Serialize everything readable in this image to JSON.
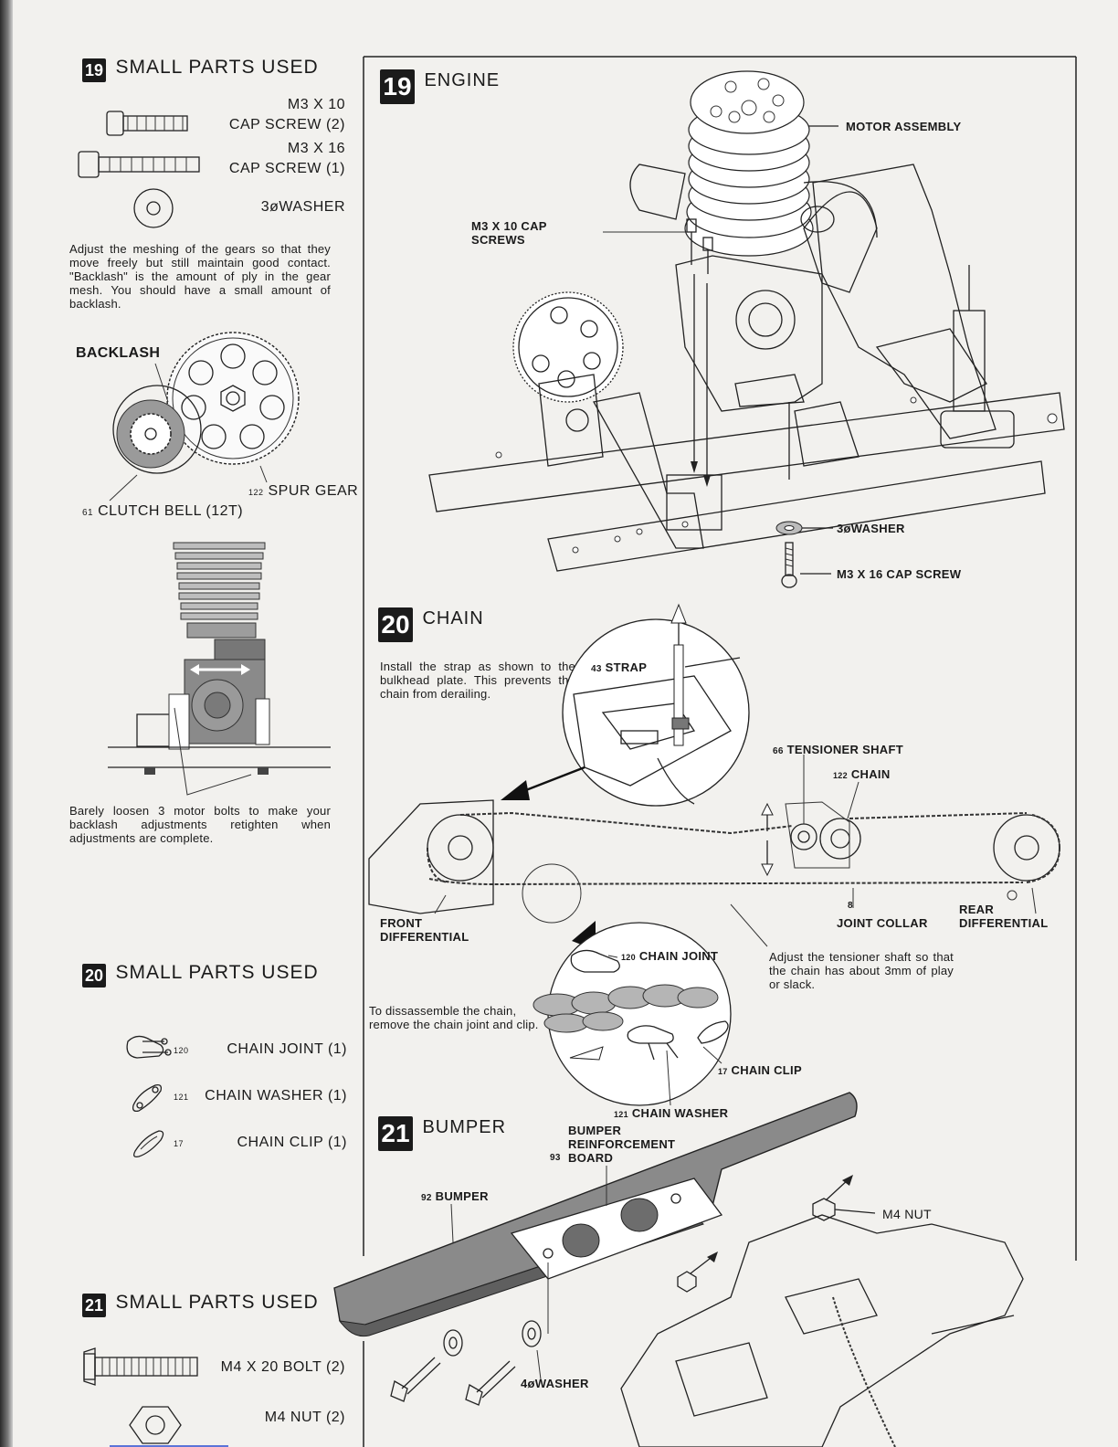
{
  "left_col": {
    "s19_badge": "19",
    "s19_heading": "SMALL PARTS USED",
    "s19_parts": [
      {
        "size": "M3 X 10",
        "desc": "CAP SCREW (2)"
      },
      {
        "size": "M3 X 16",
        "desc": "CAP SCREW (1)"
      },
      {
        "size": "",
        "desc": "3øWASHER"
      }
    ],
    "backlash_text": "Adjust the meshing of the gears so that they move freely but still maintain good contact. \"Backlash\" is the amount of ply in the gear mesh. You should have a small amount of backlash.",
    "backlash_label": "BACKLASH",
    "spur_gear_label": "SPUR GEAR",
    "spur_gear_num": "122",
    "clutch_bell_label": "CLUTCH BELL (12T)",
    "clutch_bell_num": "61",
    "loosen_text": "Barely loosen 3 motor bolts to make your backlash adjustments retighten when adjustments are complete.",
    "s20_badge": "20",
    "s20_heading": "SMALL PARTS USED",
    "s20_parts": [
      {
        "num": "120",
        "label": "CHAIN JOINT (1)"
      },
      {
        "num": "121",
        "label": "CHAIN WASHER (1)"
      },
      {
        "num": "17",
        "label": "CHAIN CLIP (1)"
      }
    ],
    "s21_badge": "21",
    "s21_heading": "SMALL PARTS USED",
    "s21_parts": [
      {
        "label": "M4 X 20 BOLT (2)"
      },
      {
        "label": "M4 NUT (2)"
      }
    ]
  },
  "engine": {
    "badge": "19",
    "title": "ENGINE",
    "motor_assembly": "MOTOR ASSEMBLY",
    "screws_label": "M3 X 10 CAP SCREWS",
    "washer_label": "3øWASHER",
    "cap_screw_label": "M3 X 16 CAP SCREW"
  },
  "chain": {
    "badge": "20",
    "title": "CHAIN",
    "strap_text": "Install the strap as shown to the bulkhead plate. This prevents the chain from derailing.",
    "strap_label": "STRAP",
    "strap_num": "43",
    "tensioner_label": "TENSIONER SHAFT",
    "tensioner_num": "66",
    "chain_label": "CHAIN",
    "chain_num": "122",
    "front_diff": "FRONT DIFFERENTIAL",
    "joint_collar": "JOINT COLLAR",
    "joint_collar_num": "8",
    "rear_diff": "REAR DIFFERENTIAL",
    "adjust_text": "Adjust the tensioner shaft so that the chain has about 3mm of play or slack.",
    "chain_joint_label": "CHAIN JOINT",
    "chain_joint_num": "120",
    "disassemble_text": "To dissassemble the chain, remove the chain joint and clip.",
    "chain_clip_label": "CHAIN CLIP",
    "chain_clip_num": "17",
    "chain_washer_label": "CHAIN WASHER",
    "chain_washer_num": "121"
  },
  "bumper": {
    "badge": "21",
    "title": "BUMPER",
    "reinforcement_label": "BUMPER REINFORCEMENT BOARD",
    "reinforcement_num": "93",
    "bumper_label": "BUMPER",
    "bumper_num": "92",
    "nut_label": "M4 NUT",
    "washer_label": "4øWASHER"
  }
}
